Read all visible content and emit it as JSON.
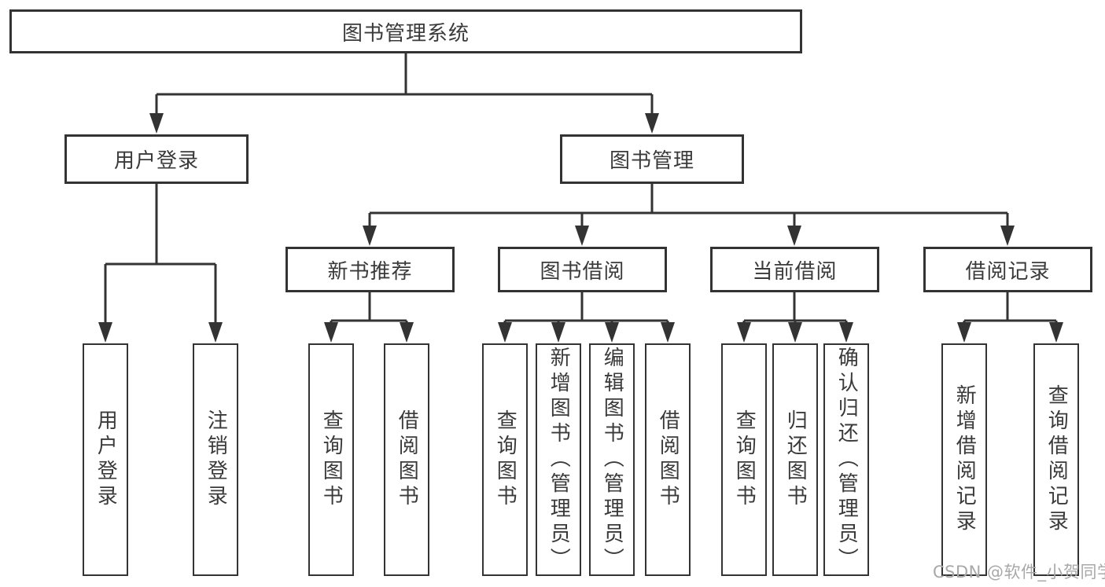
{
  "tree": {
    "label": "图书管理系统",
    "children": [
      {
        "label": "用户登录",
        "children": [
          {
            "label": "用户登录"
          },
          {
            "label": "注销登录"
          }
        ]
      },
      {
        "label": "图书管理",
        "children": [
          {
            "label": "新书推荐",
            "children": [
              {
                "label": "查询图书"
              },
              {
                "label": "借阅图书"
              }
            ]
          },
          {
            "label": "图书借阅",
            "children": [
              {
                "label": "查询图书"
              },
              {
                "label": "新增图书（管理员）"
              },
              {
                "label": "编辑图书（管理员）"
              },
              {
                "label": "借阅图书"
              }
            ]
          },
          {
            "label": "当前借阅",
            "children": [
              {
                "label": "查询图书"
              },
              {
                "label": "归还图书"
              },
              {
                "label": "确认归还（管理员）"
              }
            ]
          },
          {
            "label": "借阅记录",
            "children": [
              {
                "label": "新增借阅记录"
              },
              {
                "label": "查询借阅记录"
              }
            ]
          }
        ]
      }
    ]
  },
  "watermark": {
    "text": "CSDN @软件_小贺同学"
  },
  "colors": {
    "line": "#333333",
    "text": "#3a3a3a",
    "watermark": "#a8a8a8",
    "background": "#ffffff"
  }
}
